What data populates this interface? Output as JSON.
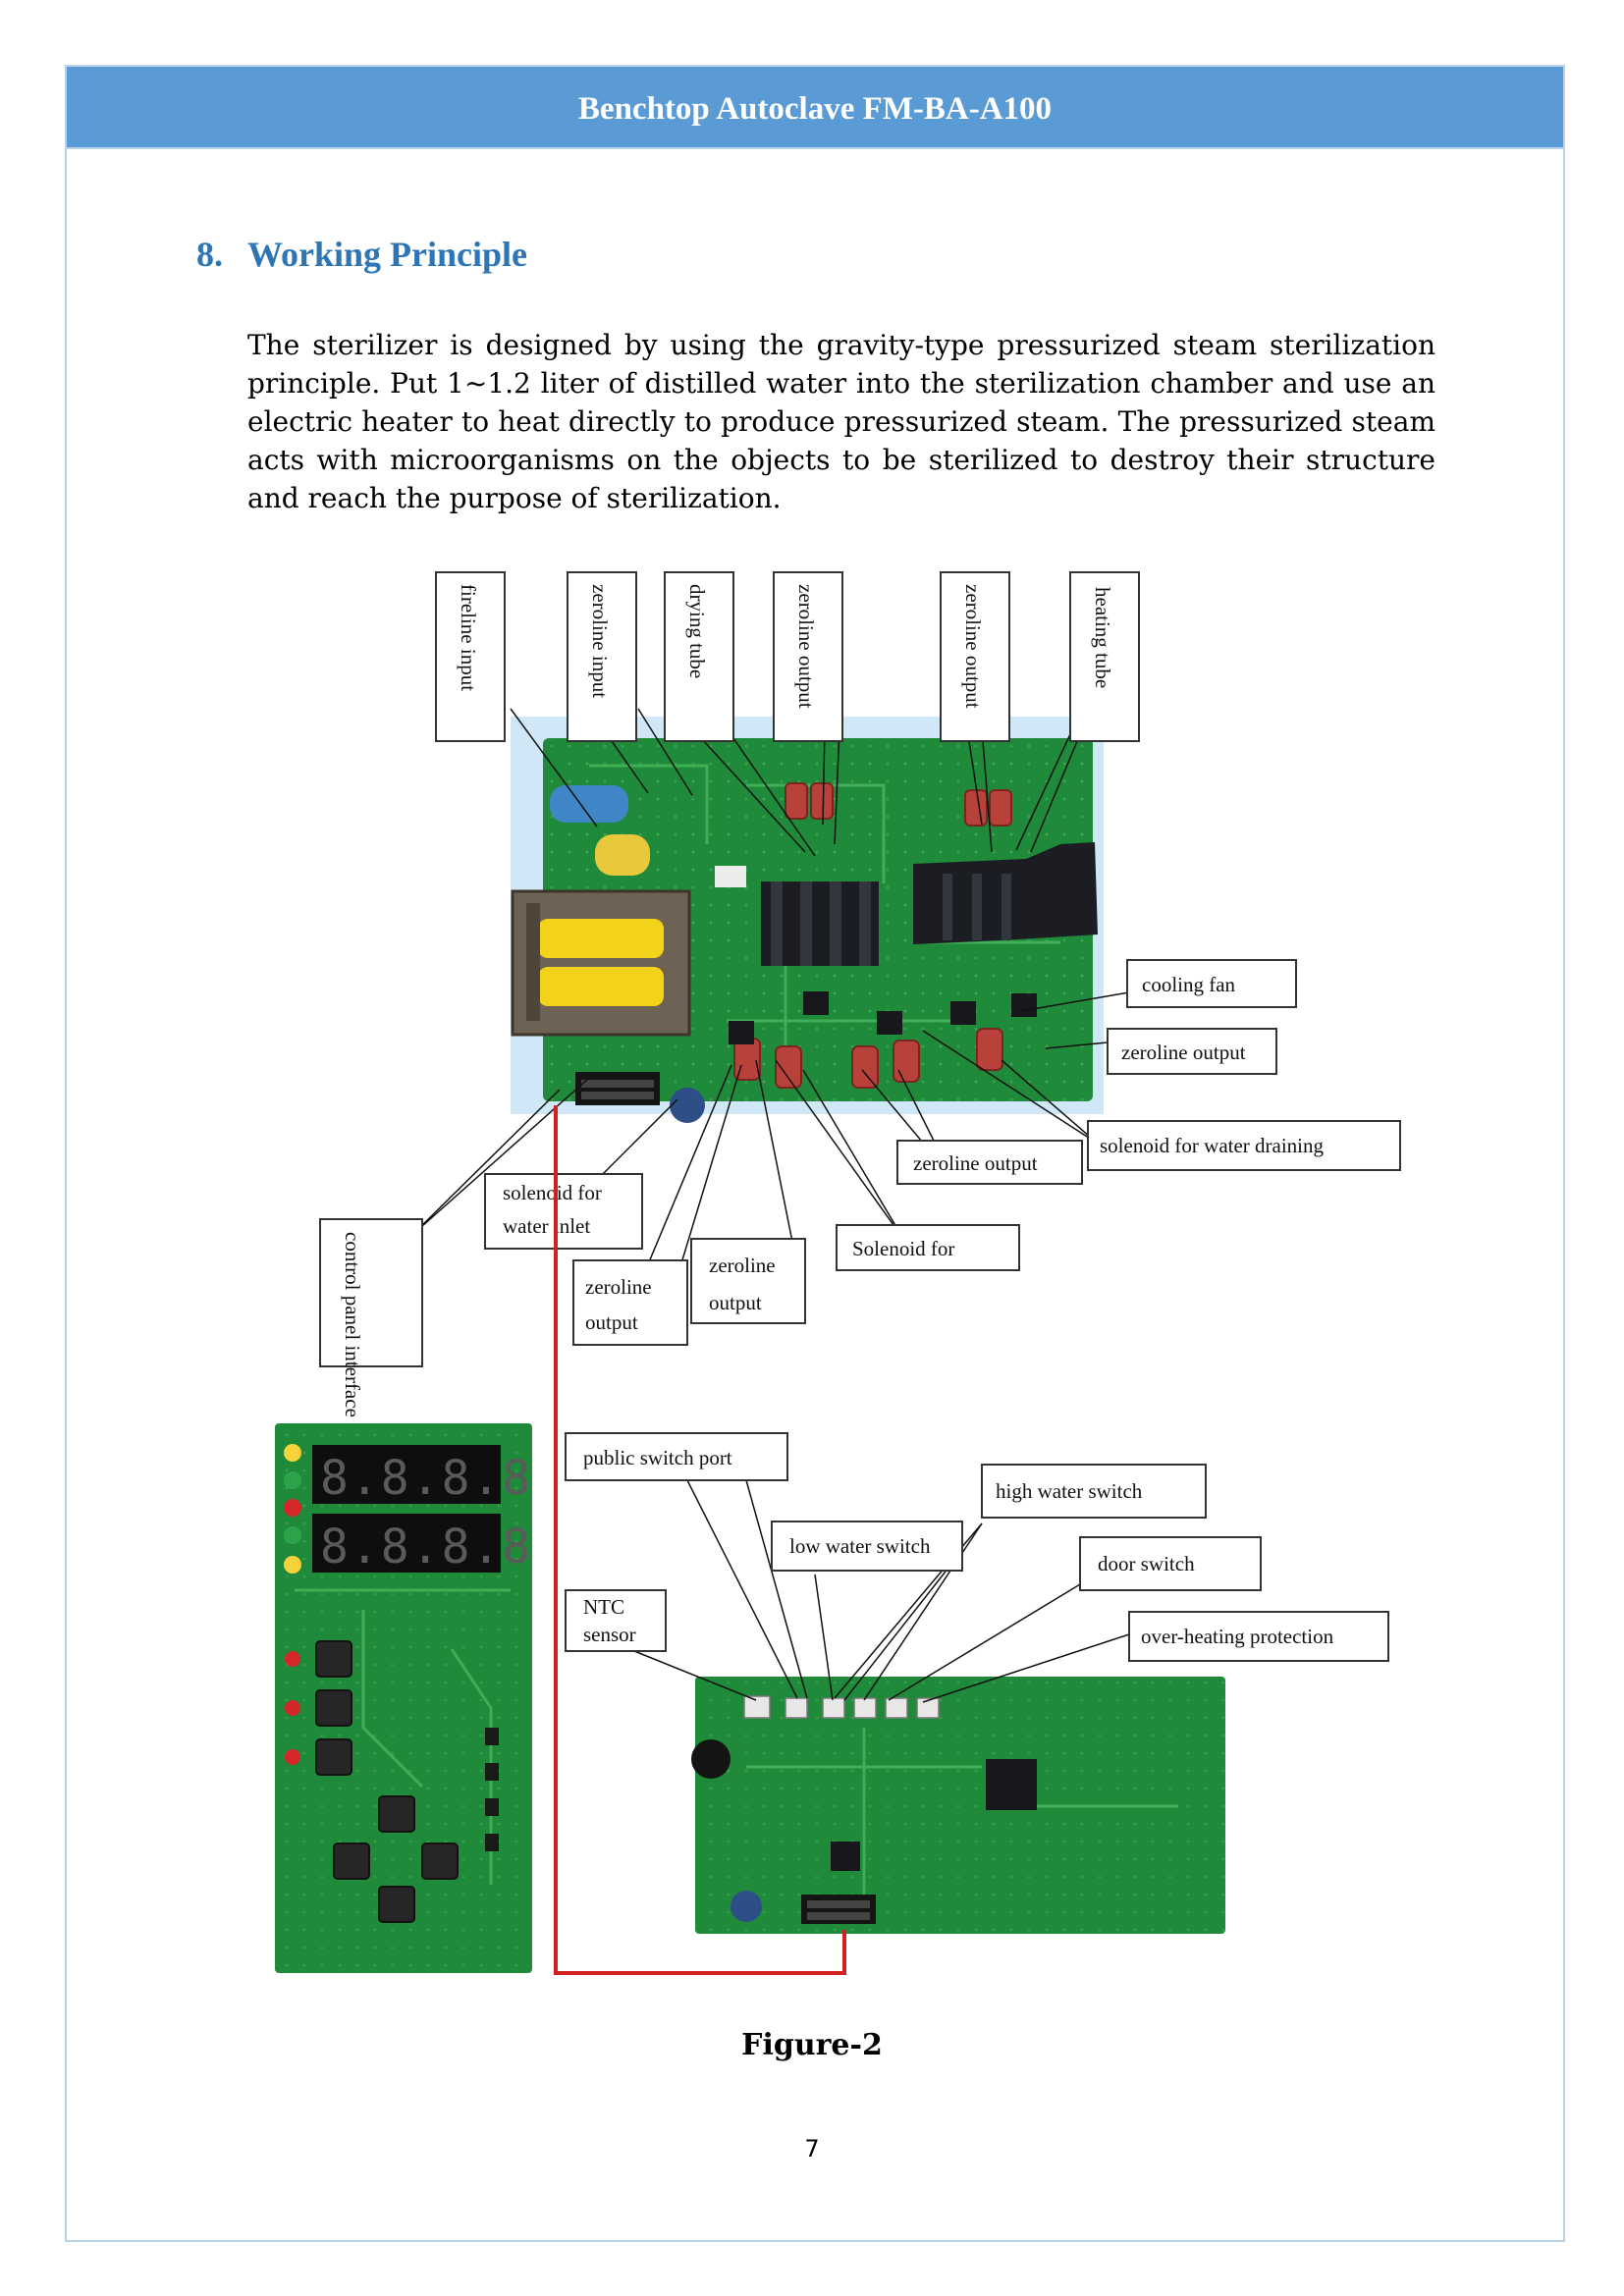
{
  "header": {
    "title": "Benchtop Autoclave FM-BA-A100"
  },
  "section": {
    "number": "8.",
    "title": "Working Principle",
    "paragraph": "The sterilizer is designed by using the gravity-type pressurized steam sterilization principle. Put 1~1.2 liter of distilled water into the sterilization chamber and use an electric heater to heat directly to produce pressurized steam. The pressurized steam acts with microorganisms on the objects to be sterilized to destroy their structure and reach the purpose of sterilization."
  },
  "figure": {
    "caption": "Figure-2",
    "power_board_labels": {
      "fireline_input": "fireline input",
      "zeroline_input": "zeroline input",
      "drying_tube": "drying tube",
      "zeroline_output_top1": "zeroline output",
      "zeroline_output_top2": "zeroline output",
      "heating_tube": "heating    tube",
      "cooling_fan": "cooling    fan",
      "zeroline_output_right": "zeroline output",
      "solenoid_water_draining": "solenoid for water draining",
      "zeroline_output_mid": "zeroline output",
      "solenoid_for": "Solenoid      for",
      "zeroline_output_low1_a": "zeroline",
      "zeroline_output_low1_b": "output",
      "zeroline_output_low2_a": "zeroline",
      "zeroline_output_low2_b": "output",
      "solenoid_water_inlet_a": "solenoid  for",
      "solenoid_water_inlet_b": "water inlet",
      "control_panel_interface": "control  panel  interface"
    },
    "control_board_labels": {
      "public_switch_port": "public switch port",
      "high_water_switch": "high water switch",
      "low_water_switch": "low water switch",
      "door_switch": "door    switch",
      "ntc_sensor_a": "NTC",
      "ntc_sensor_b": "sensor",
      "over_heating_protection": "over-heating protection"
    },
    "display_digits": "8.8.8.8"
  },
  "page_number": "7",
  "colors": {
    "header_bg": "#5b9bd5",
    "heading": "#2e75b6",
    "pcb_green": "#1f8a3a",
    "connector_line": "#d22020"
  }
}
